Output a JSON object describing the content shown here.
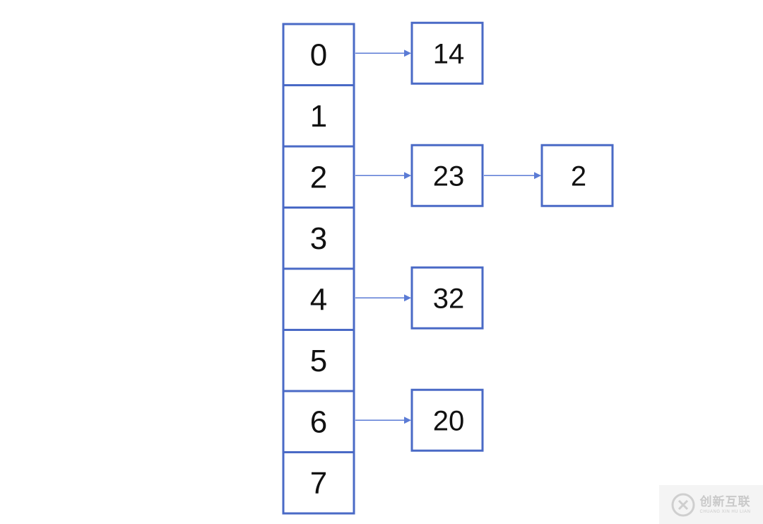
{
  "diagram": {
    "colors": {
      "stroke": "#4a6ac6",
      "arrow": "#5b7bd5",
      "text": "#111111"
    },
    "buckets": [
      "0",
      "1",
      "2",
      "3",
      "4",
      "5",
      "6",
      "7"
    ],
    "chains": [
      {
        "bucket": 0,
        "nodes": [
          "14"
        ]
      },
      {
        "bucket": 2,
        "nodes": [
          "23",
          "2"
        ]
      },
      {
        "bucket": 4,
        "nodes": [
          "32"
        ]
      },
      {
        "bucket": 6,
        "nodes": [
          "20"
        ]
      }
    ]
  },
  "watermark": {
    "cn": "创新互联",
    "en": "CHUANG XIN HU LIAN"
  }
}
